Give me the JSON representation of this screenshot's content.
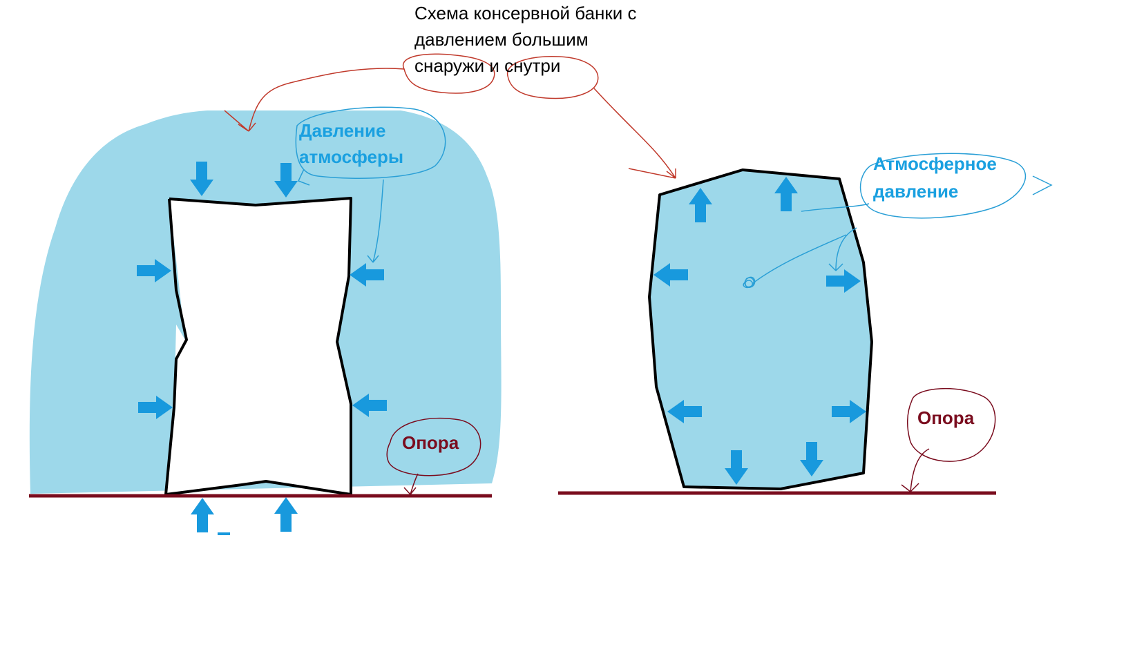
{
  "title": {
    "lines": [
      "Схема консервной банки с",
      "давлением большим",
      "снаружи и снутри"
    ]
  },
  "left_diagram": {
    "pressure_label": [
      "Давление",
      "атмосферы"
    ],
    "support_label": "Опора"
  },
  "right_diagram": {
    "pressure_label": [
      "Атмосферное",
      "давление"
    ],
    "support_label": "Опора"
  },
  "colors": {
    "air_fill": "#9dd8ea",
    "arrow": "#1899dd",
    "ground": "#7a0c1e",
    "annotation_red": "#c0392b",
    "annotation_blue": "#2a9fd6",
    "can_outline": "#000000"
  }
}
